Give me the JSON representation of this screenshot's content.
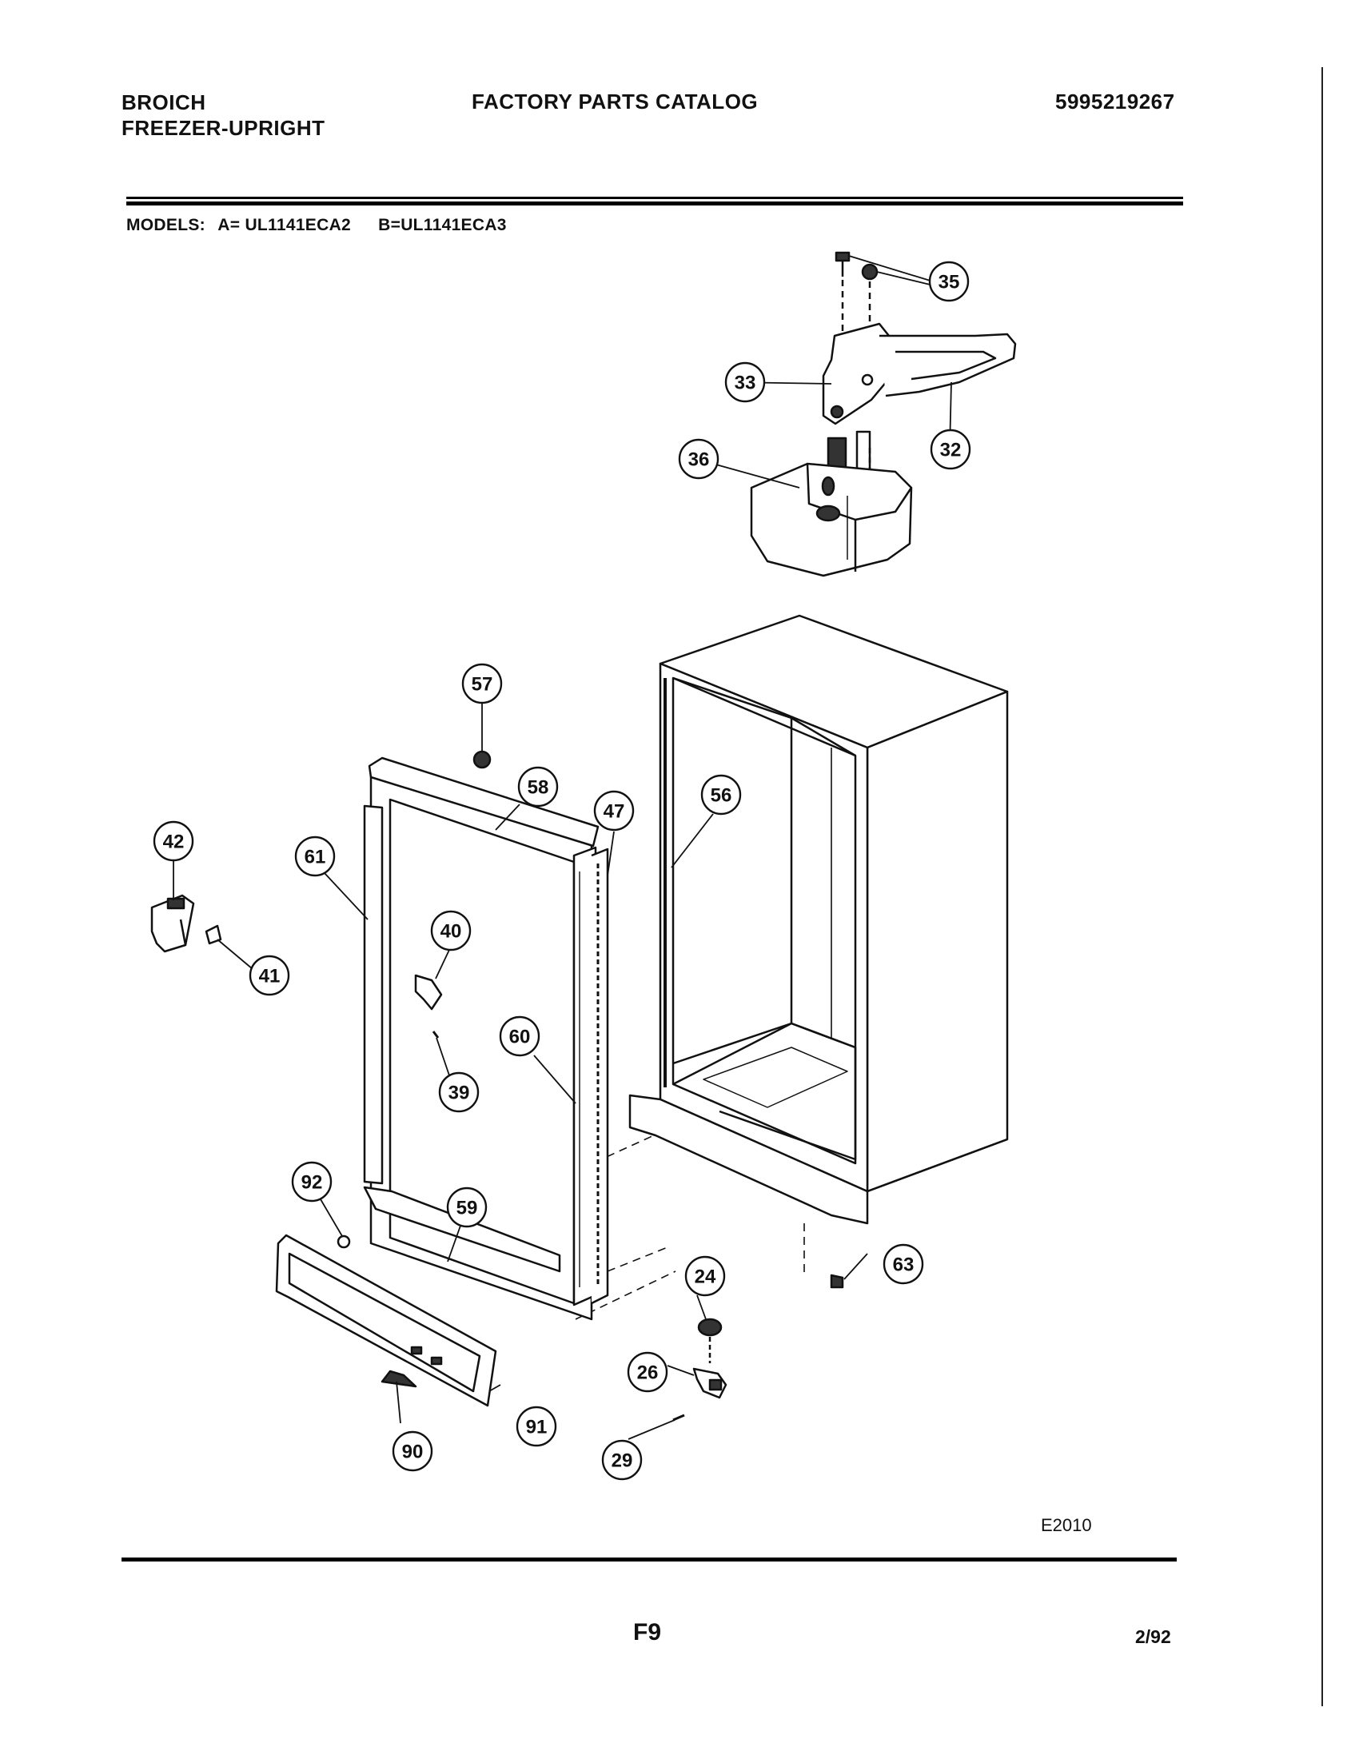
{
  "header": {
    "brand": "BROICH",
    "product": "FREEZER-UPRIGHT",
    "catalog_title": "FACTORY PARTS CATALOG",
    "catalog_number": "5995219267"
  },
  "models": {
    "label": "MODELS:",
    "a": "A= UL1141ECA2",
    "b": "B=UL1141ECA3"
  },
  "callouts": {
    "c35": "35",
    "c33": "33",
    "c32": "32",
    "c36": "36",
    "c57": "57",
    "c58": "58",
    "c47": "47",
    "c56": "56",
    "c42": "42",
    "c61": "61",
    "c41": "41",
    "c40": "40",
    "c39": "39",
    "c60": "60",
    "c92": "92",
    "c59": "59",
    "c24": "24",
    "c63": "63",
    "c26": "26",
    "c91": "91",
    "c90": "90",
    "c29": "29"
  },
  "footer": {
    "figure_id": "E2010",
    "page": "F9",
    "date": "2/92"
  }
}
